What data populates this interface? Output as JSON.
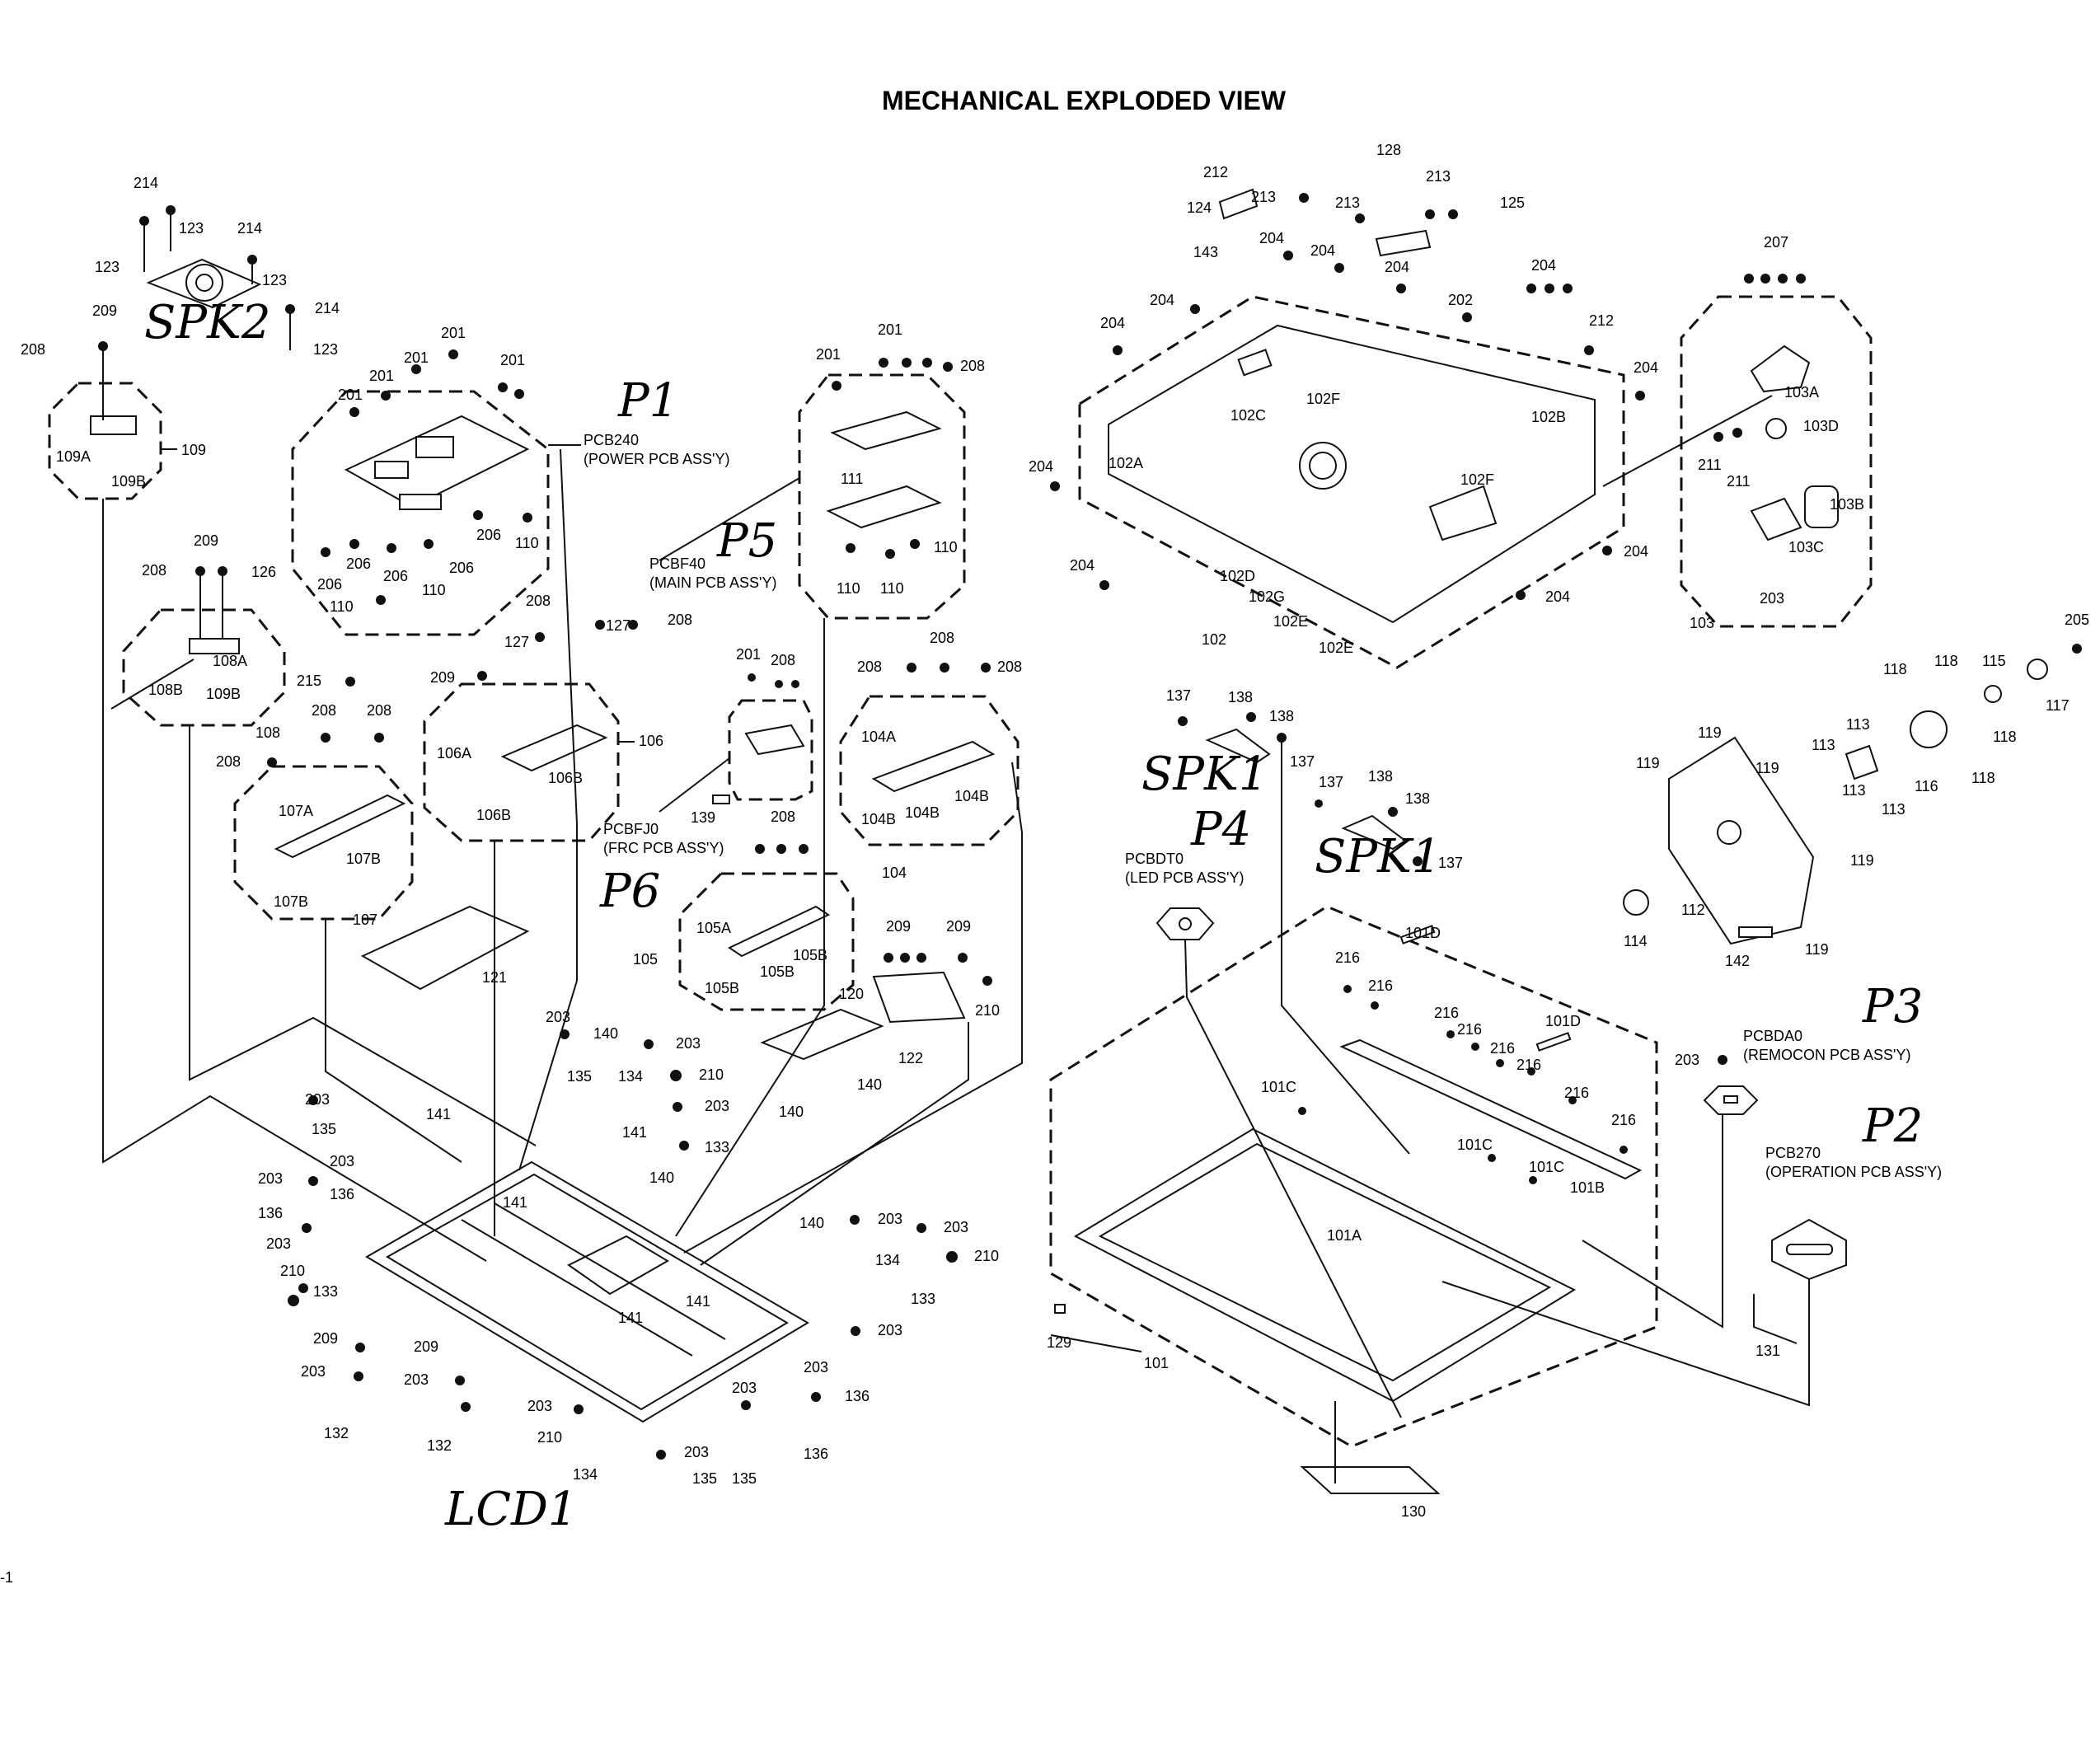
{
  "title": "MECHANICAL EXPLODED VIEW",
  "page_marker": "-1",
  "assemblies": {
    "pcb240_code": "PCB240",
    "pcb240_name": "(POWER PCB ASS'Y)",
    "pcbf40_code": "PCBF40",
    "pcbf40_name": "(MAIN PCB ASS'Y)",
    "pcbfj0_code": "PCBFJ0",
    "pcbfj0_name": "(FRC PCB ASS'Y)",
    "pcbdt0_code": "PCBDT0",
    "pcbdt0_name": "(LED PCB ASS'Y)",
    "pcbda0_code": "PCBDA0",
    "pcbda0_name": "(REMOCON PCB ASS'Y)",
    "pcb270_code": "PCB270",
    "pcb270_name": "(OPERATION PCB ASS'Y)"
  },
  "handwritten": {
    "spk2": "SPK2",
    "p1": "P1",
    "p5": "P5",
    "p6": "P6",
    "p4": "P4",
    "spk1_a": "SPK1",
    "spk1_b": "SPK1",
    "p3": "P3",
    "p2": "P2",
    "lcd1": "LCD1"
  },
  "callouts": {
    "c214a": "214",
    "c123a": "123",
    "c214b": "214",
    "c123b": "123",
    "c123c": "123",
    "c214c": "214",
    "c123d": "123",
    "c209a": "209",
    "c208a": "208",
    "c109": "109",
    "c109a": "109A",
    "c109b": "109B",
    "c201a": "201",
    "c201b": "201",
    "c201c": "201",
    "c201d": "201",
    "c201e": "201",
    "c206a": "206",
    "c206b": "206",
    "c206c": "206",
    "c206d": "206",
    "c206e": "206",
    "c110a": "110",
    "c110b": "110",
    "c110c": "110",
    "c201f": "201",
    "c201g": "201",
    "c208b": "208",
    "c111": "111",
    "c110d": "110",
    "c110e": "110",
    "c110f": "110",
    "c208c": "208",
    "c209b": "209",
    "c126": "126",
    "c108a": "108A",
    "c108b": "108B",
    "c109b2": "109B",
    "c108": "108",
    "c208d": "208",
    "c127a": "127",
    "c127b": "127",
    "c208e": "208",
    "c209c": "209",
    "c106a": "106A",
    "c106b": "106B",
    "c106b2": "106B",
    "c106": "106",
    "c215": "215",
    "c208f": "208",
    "c208g": "208",
    "c208h": "208",
    "c107a": "107A",
    "c107b": "107B",
    "c107b2": "107B",
    "c107": "107",
    "c201h": "201",
    "c208i": "208",
    "c139": "139",
    "c208j": "208",
    "c208k": "208",
    "c208l": "208",
    "c104a": "104A",
    "c104b": "104B",
    "c104b2": "104B",
    "c104b3": "104B",
    "c104": "104",
    "c208m": "208",
    "c105a": "105A",
    "c105b": "105B",
    "c105b2": "105B",
    "c105b3": "105B",
    "c105": "105",
    "c121": "121",
    "c120": "120",
    "c209d": "209",
    "c209e": "209",
    "c210a": "210",
    "c122": "122",
    "c203a": "203",
    "c140a": "140",
    "c135a": "135",
    "c134a": "134",
    "c203b": "203",
    "c210b": "210",
    "c203c": "203",
    "c135b": "135",
    "c141a": "141",
    "c203d": "203",
    "c133a": "133",
    "c140b": "140",
    "c203e": "203",
    "c136a": "136",
    "c141b": "141",
    "c141c": "141",
    "c140c": "140",
    "c140d": "140",
    "c203f": "203",
    "c136b": "136",
    "c203g": "203",
    "c210c": "210",
    "c133b": "133",
    "c140e": "140",
    "c203h": "203",
    "c203i": "203",
    "c134b": "134",
    "c210d": "210",
    "c133c": "133",
    "c141d": "141",
    "c141e": "141",
    "c203j": "203",
    "c209f": "209",
    "c209g": "209",
    "c203k": "203",
    "c203l": "203",
    "c132a": "132",
    "c132b": "132",
    "c203m": "203",
    "c203n": "203",
    "c210e": "210",
    "c134c": "134",
    "c203o": "203",
    "c135c": "135",
    "c135d": "135",
    "c203p": "203",
    "c136c": "136",
    "c136d": "136",
    "c128": "128",
    "c212a": "212",
    "c213a": "213",
    "c213b": "213",
    "c213c": "213",
    "c125": "125",
    "c124": "124",
    "c143": "143",
    "c204a": "204",
    "c204b": "204",
    "c204c": "204",
    "c204d": "204",
    "c204e": "204",
    "c202": "202",
    "c212b": "212",
    "c204f": "204",
    "c204g": "204",
    "c102c": "102C",
    "c102f": "102F",
    "c102b": "102B",
    "c102a": "102A",
    "c204h": "204",
    "c102f2": "102F",
    "c204i": "204",
    "c204j": "204",
    "c102d": "102D",
    "c102g": "102G",
    "c102e": "102E",
    "c204k": "204",
    "c102e2": "102E",
    "c102": "102",
    "c207": "207",
    "c103a": "103A",
    "c103d": "103D",
    "c211a": "211",
    "c211b": "211",
    "c103b": "103B",
    "c103c": "103C",
    "c203q": "203",
    "c103": "103",
    "c205": "205",
    "c118a": "118",
    "c118b": "118",
    "c115": "115",
    "c117": "117",
    "c118c": "118",
    "c118d": "118",
    "c119a": "119",
    "c119b": "119",
    "c119c": "119",
    "c113a": "113",
    "c113b": "113",
    "c113c": "113",
    "c113d": "113",
    "c116": "116",
    "c119d": "119",
    "c114": "114",
    "c112": "112",
    "c142": "142",
    "c119e": "119",
    "c137a": "137",
    "c138a": "138",
    "c138b": "138",
    "c137b": "137",
    "c137c": "137",
    "c138c": "138",
    "c138d": "138",
    "c137d": "137",
    "c101d": "101D",
    "c216a": "216",
    "c216b": "216",
    "c216c": "216",
    "c216d": "216",
    "c216e": "216",
    "c216f": "216",
    "c101d2": "101D",
    "c216g": "216",
    "c216h": "216",
    "c101c": "101C",
    "c101c2": "101C",
    "c101c3": "101C",
    "c101b": "101B",
    "c101a": "101A",
    "c129": "129",
    "c101": "101",
    "c130": "130",
    "c203r": "203",
    "c131": "131"
  }
}
